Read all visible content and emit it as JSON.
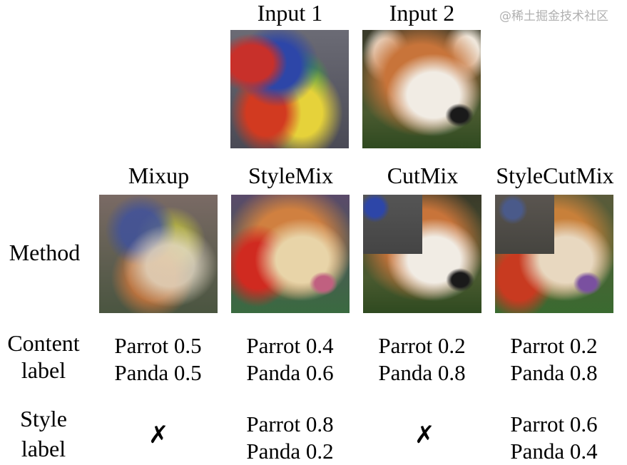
{
  "inputs": [
    {
      "title": "Input 1",
      "image": "parrot"
    },
    {
      "title": "Input 2",
      "image": "red-panda"
    }
  ],
  "row_labels": {
    "method": "Method",
    "content_label": [
      "Content",
      "label"
    ],
    "style_label": [
      "Style",
      "label"
    ]
  },
  "methods": [
    {
      "name": "Mixup",
      "content": [
        "Parrot 0.5",
        "Panda 0.5"
      ],
      "style": null,
      "style_mark": "✗"
    },
    {
      "name": "StyleMix",
      "content": [
        "Parrot 0.4",
        "Panda 0.6"
      ],
      "style": [
        "Parrot 0.8",
        "Panda 0.2"
      ]
    },
    {
      "name": "CutMix",
      "content": [
        "Parrot 0.2",
        "Panda 0.8"
      ],
      "style": null,
      "style_mark": "✗"
    },
    {
      "name": "StyleCutMix",
      "content": [
        "Parrot 0.2",
        "Panda 0.8"
      ],
      "style": [
        "Parrot 0.6",
        "Panda 0.4"
      ]
    }
  ],
  "watermark": "@稀土掘金技术社区"
}
